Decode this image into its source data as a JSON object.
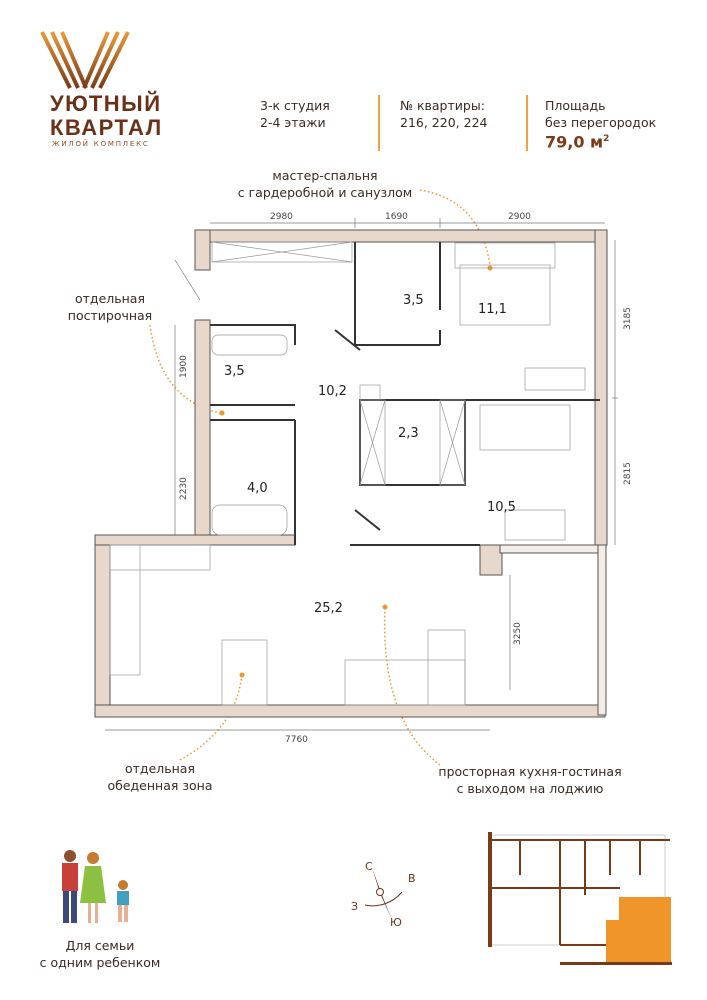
{
  "logo": {
    "line1": "УЮТНЫЙ",
    "line2": "КВАРТАЛ",
    "subtitle": "ЖИЛОЙ КОМПЛЕКС"
  },
  "info": {
    "type": "3-к студия",
    "floors": "2-4 этажи",
    "apt_label": "№ квартиры:",
    "apt_numbers": "216, 220, 224",
    "area_label1": "Площадь",
    "area_label2": "без перегородок",
    "area_value": "79,0 м",
    "area_unit_sup": "2"
  },
  "notes": {
    "master1": "мастер-спальня",
    "master2": "с гардеробной и санузлом",
    "laundry1": "отдельная",
    "laundry2": "постирочная",
    "dining1": "отдельная",
    "dining2": "обеденная зона",
    "living1": "просторная кухня-гостиная",
    "living2": "с выходом на лоджию"
  },
  "rooms": {
    "master_bath": "3,5",
    "master_bed": "11,1",
    "laundry": "3,5",
    "hall": "10,2",
    "closet": "2,3",
    "bath": "4,0",
    "bed2": "10,5",
    "living": "25,2"
  },
  "dims": {
    "top1": "2980",
    "top2": "1690",
    "top3": "2900",
    "left1": "1900",
    "left2": "2230",
    "right1": "3185",
    "right2": "2815",
    "loggia": "3250",
    "bottom": "7760"
  },
  "family": {
    "line1": "Для семьи",
    "line2": "с одним ребенком"
  },
  "compass": {
    "n": "С",
    "e": "В",
    "w": "З",
    "s": "Ю"
  },
  "colors": {
    "brand": "#6b3118",
    "accent": "#f0952a",
    "wall": "#7a3a18"
  }
}
